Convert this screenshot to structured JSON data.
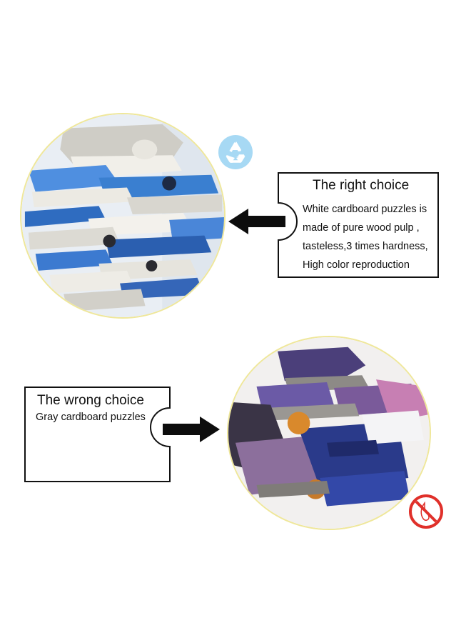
{
  "right_choice": {
    "title": "The right choice",
    "lines": [
      "White cardboard puzzles is",
      "made of pure wood pulp ,",
      "tasteless,3 times hardness,",
      "High color reproduction"
    ]
  },
  "wrong_choice": {
    "title": "The wrong choice",
    "description": "Gray cardboard puzzles"
  },
  "icons": {
    "recycle": "recycle-icon",
    "prohibited": "no-sign-icon",
    "arrow_left": "arrow-left-icon",
    "arrow_right": "arrow-right-icon"
  },
  "colors": {
    "circle_border": "#efe79a",
    "recycle_blue": "#a7d9f4",
    "prohibit_red": "#e0302a",
    "white_puzzle_blue": "#3a7fd0",
    "gray_puzzle_purple": "#5a4a8a"
  }
}
